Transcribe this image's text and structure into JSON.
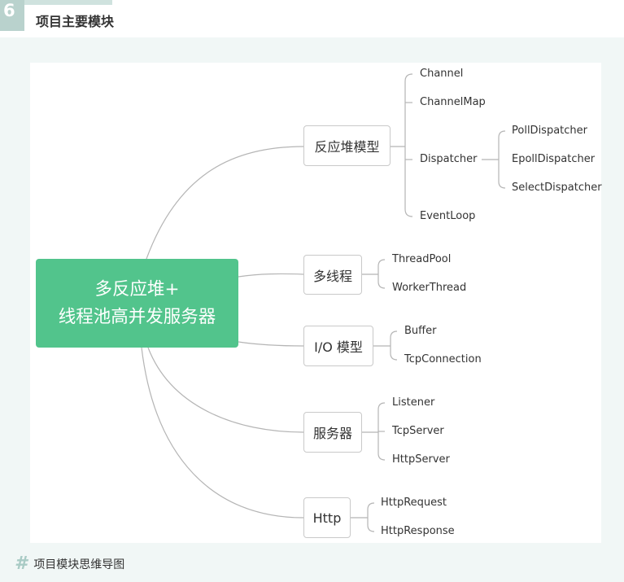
{
  "section": {
    "number": "6",
    "title": "项目主要模块"
  },
  "root": {
    "line1": "多反应堆+",
    "line2": "线程池高并发服务器"
  },
  "branches": [
    {
      "label": "反应堆模型",
      "children": [
        "Channel",
        "ChannelMap",
        "Dispatcher",
        "EventLoop"
      ]
    },
    {
      "label": "多线程",
      "children": [
        "ThreadPool",
        "WorkerThread"
      ]
    },
    {
      "label": "I/O 模型",
      "children": [
        "Buffer",
        "TcpConnection"
      ]
    },
    {
      "label": "服务器",
      "children": [
        "Listener",
        "TcpServer",
        "HttpServer"
      ]
    },
    {
      "label": "Http",
      "children": [
        "HttpRequest",
        "HttpResponse"
      ]
    }
  ],
  "dispatchers": [
    "PollDispatcher",
    "EpollDispatcher",
    "SelectDispatcher"
  ],
  "caption": {
    "symbol": "#",
    "text": "项目模块思维导图"
  },
  "colors": {
    "root": "#52c48c",
    "line": "#b5b5b5",
    "accent": "#b9d2cd"
  }
}
